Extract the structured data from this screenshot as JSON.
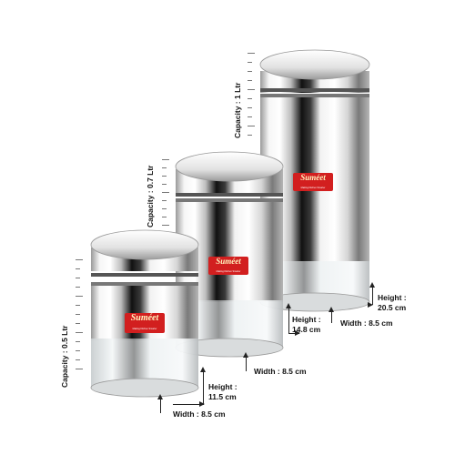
{
  "brand": {
    "name": "Suméet",
    "tagline": "Making Kitchen Smarter"
  },
  "jars": [
    {
      "capacity": "Capacity : 0.5 Ltr",
      "height_label": "Height :",
      "height_value": "11.5 cm",
      "width": "Width : 8.5 cm"
    },
    {
      "capacity": "Capacity : 0.7 Ltr",
      "height_label": "Height :",
      "height_value": "14.8 cm",
      "width": "Width : 8.5 cm"
    },
    {
      "capacity": "Capacity : 1 Ltr",
      "height_label": "Height :",
      "height_value": "20.5 cm",
      "width": "Width : 8.5 cm"
    }
  ],
  "colors": {
    "steel_light": "#f4f4f4",
    "steel_dark": "#1a1a1a",
    "glass": "#e9eef0",
    "brand_red": "#d21f1f"
  }
}
